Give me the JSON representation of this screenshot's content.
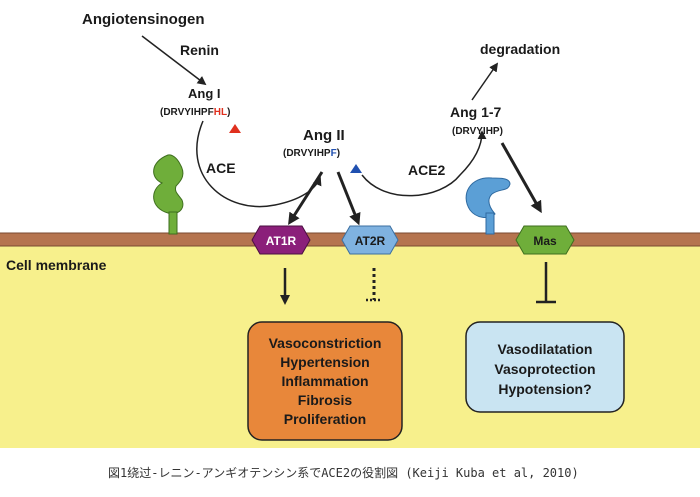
{
  "labels": {
    "angiotensinogen": "Angiotensinogen",
    "renin": "Renin",
    "ang1": "Ang I",
    "ang1_seq_prefix": "(DRVYIHPF",
    "ang1_seq_highlight": "HL",
    "ang1_seq_suffix": ")",
    "ace": "ACE",
    "ang2": "Ang II",
    "ang2_seq_prefix": "(DRVYIHP",
    "ang2_seq_highlight": "F",
    "ang2_seq_suffix": ")",
    "ace2": "ACE2",
    "degradation": "degradation",
    "ang17": "Ang 1-7",
    "ang17_seq": "(DRVYIHP)",
    "cell_membrane": "Cell membrane"
  },
  "receptors": {
    "at1r": "AT1R",
    "at2r": "AT2R",
    "mas": "Mas"
  },
  "effects_bad": [
    "Vasoconstriction",
    "Hypertension",
    "Inflammation",
    "Fibrosis",
    "Proliferation"
  ],
  "effects_good": [
    "Vasodilatation",
    "Vasoprotection",
    "Hypotension?"
  ],
  "caption": "図1绕过-レニン-アンギオテンシン系でACE2の役割図 (Keiji Kuba et al, 2010)",
  "colors": {
    "membrane": "#b5744f",
    "cytoplasm": "#f7f08c",
    "enzyme_green": "#6fae3a",
    "enzyme_blue": "#5b9fd6",
    "at1r": "#8b1f7a",
    "at2r": "#7fb2e0",
    "mas": "#6fae3a",
    "bad_box": "#e8873a",
    "good_box": "#c9e4f2",
    "highlight_red": "#e0301e",
    "highlight_blue": "#2050b0"
  }
}
